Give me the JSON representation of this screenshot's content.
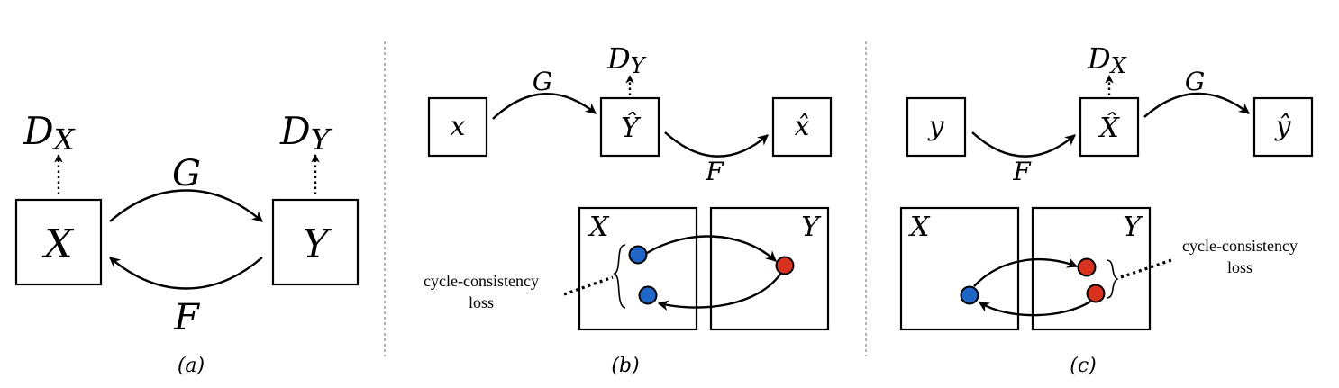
{
  "panel_a": {
    "node_x": "X",
    "node_y": "Y",
    "disc_x": {
      "base": "D",
      "sub": "X"
    },
    "disc_y": {
      "base": "D",
      "sub": "Y"
    },
    "map_g": "G",
    "map_f": "F",
    "caption": "(a)"
  },
  "panel_b": {
    "input": "x",
    "mid": "Ŷ",
    "output": "x̂",
    "disc": {
      "base": "D",
      "sub": "Y"
    },
    "map_g": "G",
    "map_f": "F",
    "domain_left": "X",
    "domain_right": "Y",
    "loss_line1": "cycle-consistency",
    "loss_line2": "loss",
    "caption": "(b)"
  },
  "panel_c": {
    "input": "y",
    "mid": "X̂",
    "output": "ŷ",
    "disc": {
      "base": "D",
      "sub": "X"
    },
    "map_f": "F",
    "map_g": "G",
    "domain_left": "X",
    "domain_right": "Y",
    "loss_line1": "cycle-consistency",
    "loss_line2": "loss",
    "caption": "(c)"
  },
  "colors": {
    "blue_dot": "#1f66c7",
    "red_dot": "#d8311e",
    "separator": "#8a8a8a"
  }
}
